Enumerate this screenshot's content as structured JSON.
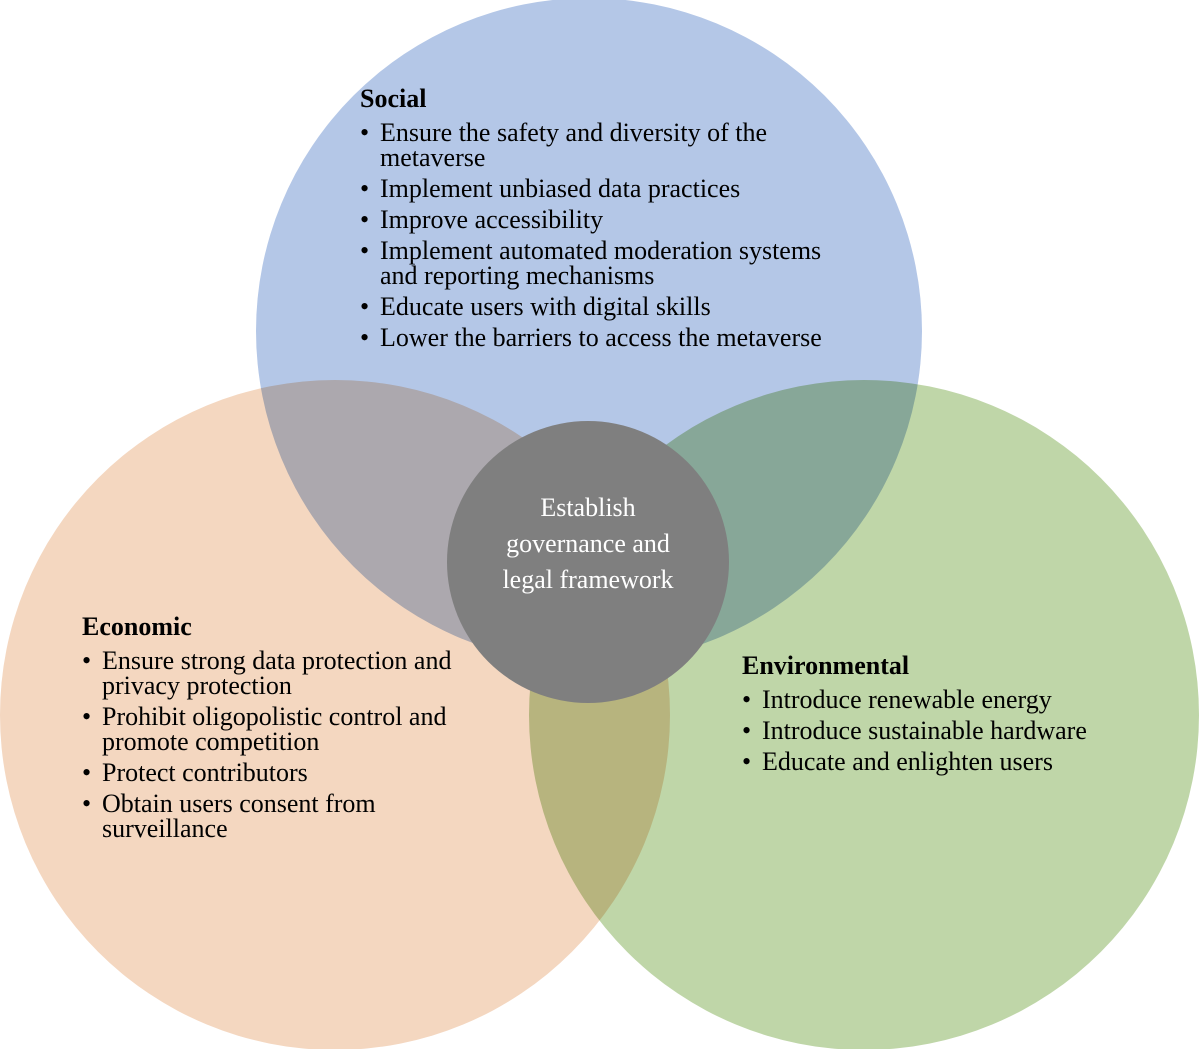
{
  "colors": {
    "social": "#b4c7e7",
    "economic": "#f4d7c0",
    "environmental": "#bfd6a8",
    "center": "#7f7f7f",
    "center_text": "#ffffff"
  },
  "social": {
    "title": "Social",
    "items": [
      "Ensure the safety and diversity of the metaverse",
      "Implement unbiased data practices",
      "Improve accessibility",
      "Implement automated moderation systems and reporting mechanisms",
      "Educate users with digital skills",
      "Lower the barriers to access the metaverse"
    ]
  },
  "economic": {
    "title": "Economic",
    "items": [
      "Ensure strong data protection and privacy protection",
      "Prohibit oligopolistic control and promote competition",
      "Protect contributors",
      "Obtain users consent from surveillance"
    ]
  },
  "environmental": {
    "title": "Environmental",
    "items": [
      "Introduce renewable energy",
      "Introduce sustainable hardware",
      "Educate and enlighten users"
    ]
  },
  "center": {
    "text": "Establish governance and legal framework"
  }
}
